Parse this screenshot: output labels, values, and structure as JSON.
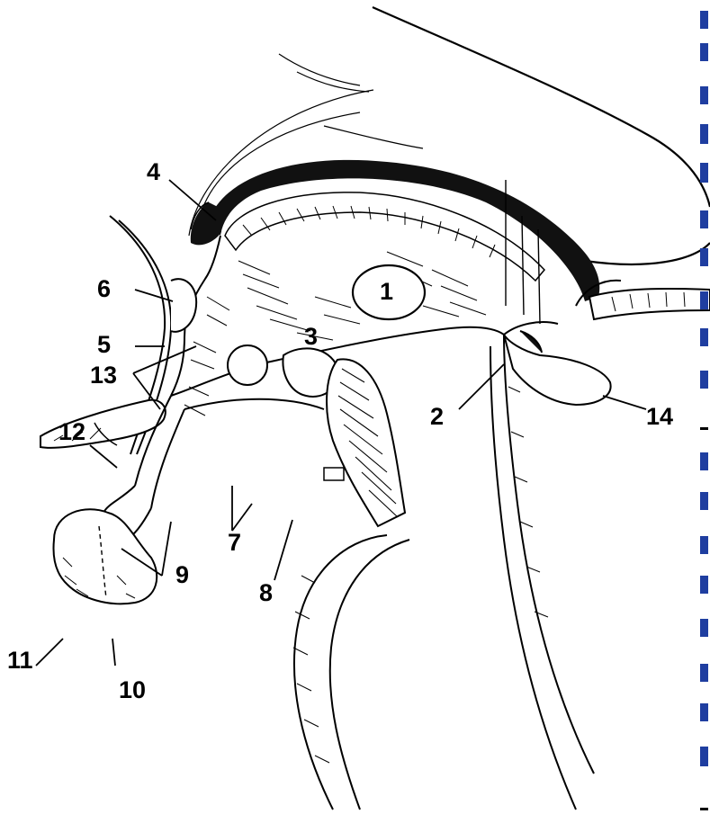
{
  "figure": {
    "labels": [
      "1",
      "2",
      "3",
      "4",
      "5",
      "6",
      "7",
      "8",
      "9",
      "10",
      "11",
      "12",
      "13",
      "14"
    ]
  },
  "colors": {
    "ink": "#000000",
    "background": "#ffffff",
    "edge_text": "#1f3ea0"
  }
}
